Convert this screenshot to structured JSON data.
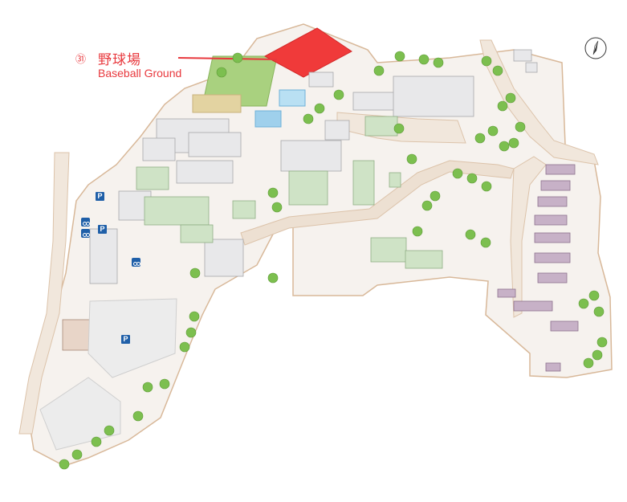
{
  "highlight": {
    "number": "㉛",
    "name_ja": "野球場",
    "name_en": "Baseball Ground",
    "color": "#f03a3a"
  },
  "parking_symbol": "P",
  "icons": {
    "compass": "compass-icon",
    "parking": "parking-icon",
    "bicycle": "bicycle-parking-icon",
    "tree": "tree-icon"
  },
  "colors": {
    "campus_ground": "#f6f2ee",
    "campus_outline": "#d8b899",
    "road": "#e6d6c6",
    "building": "#e8e8ea",
    "building_green": "#cfe3c6",
    "field": "#a9d17f",
    "pool": "#9fd0ec",
    "housing": "#c7b1c7",
    "tree": "#7cbf4f",
    "parking": "#1f5fa8"
  }
}
